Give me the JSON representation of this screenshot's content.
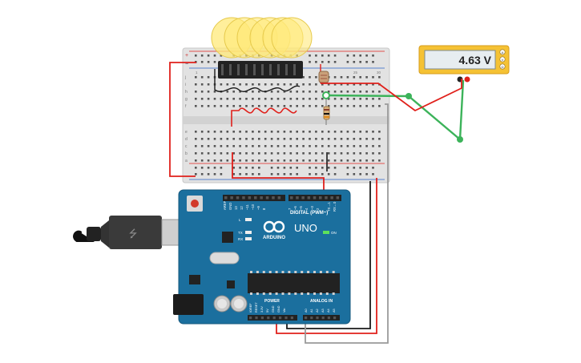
{
  "multimeter": {
    "reading": "4.63 V",
    "mode_labels": [
      "A",
      "V",
      "Ω"
    ]
  },
  "arduino": {
    "logo_text": "ARDUINO",
    "model": "UNO",
    "on_label": "ON",
    "digital_header_label": "DIGITAL (PWM~)",
    "power_header_label": "POWER",
    "analog_header_label": "ANALOG IN",
    "led_labels": [
      "L",
      "TX",
      "RX"
    ],
    "digital_pins": [
      "AREF",
      "GND",
      "13",
      "12",
      "~11",
      "~10",
      "~9",
      "8",
      "7",
      "~6",
      "~5",
      "4",
      "~3",
      "2",
      "TX→1",
      "RX←0"
    ],
    "power_pins": [
      "IOREF",
      "RESET",
      "3.3V",
      "5V",
      "GND",
      "GND",
      "Vin"
    ],
    "analog_pins": [
      "A0",
      "A1",
      "A2",
      "A3",
      "A4",
      "A5"
    ]
  },
  "breadboard": {
    "row_letters_top": [
      "j",
      "i",
      "h",
      "g",
      "f"
    ],
    "row_letters_bottom": [
      "e",
      "d",
      "c",
      "b",
      "a"
    ],
    "column_numbers": [
      "1",
      "5",
      "10",
      "15",
      "20",
      "25",
      "30"
    ],
    "rail_signs": [
      "+",
      "−"
    ]
  },
  "colors": {
    "wire_red": "#e0201b",
    "wire_black": "#1a1a1a",
    "wire_gray": "#9a9a9a",
    "wire_green": "#3cb35a",
    "board_teal": "#1b6f9e",
    "breadboard": "#e4e4e4",
    "bulb_glow": "#ffe97a"
  }
}
